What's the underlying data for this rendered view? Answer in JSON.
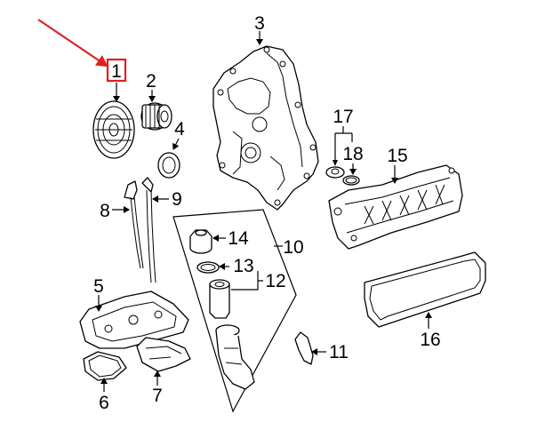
{
  "diagram": {
    "accent_color": "#e02020",
    "highlighted_callout": "1",
    "callouts": {
      "c1": "1",
      "c2": "2",
      "c3": "3",
      "c4": "4",
      "c5": "5",
      "c6": "6",
      "c7": "7",
      "c8": "8",
      "c9": "9",
      "c10": "10",
      "c11": "11",
      "c12": "12",
      "c13": "13",
      "c14": "14",
      "c15": "15",
      "c16": "16",
      "c17": "17",
      "c18": "18"
    }
  }
}
